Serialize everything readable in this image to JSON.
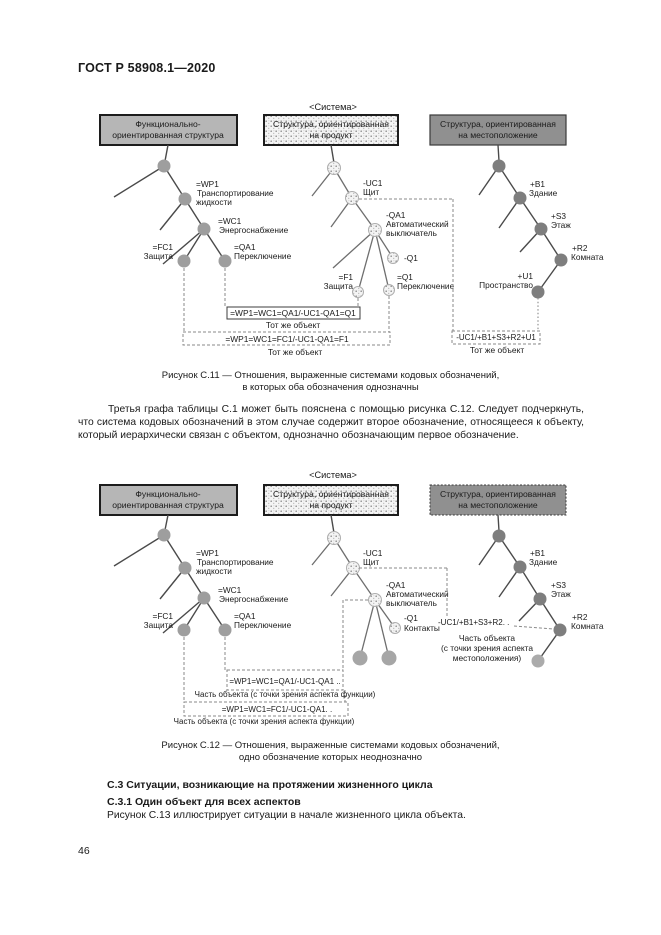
{
  "doc": {
    "header": "ГОСТ Р 58908.1—2020",
    "paragraph": "Третья графа таблицы С.1 может быть пояснена с помощью рисунка С.12. Следует подчеркнуть, что система кодовых обозначений в этом случае содержит второе обозначение, относящееся к объекту, который иерархически связан с объектом, однозначно обозначающим первое обозначение.",
    "heading_c3": "С.3 Ситуации, возникающие на протяжении жизненного цикла",
    "heading_c31": "С.3.1 Один объект для всех аспектов",
    "c31_text": "Рисунок С.13 иллюстрирует ситуации в начале жизненного цикла объекта.",
    "page_number": "46"
  },
  "fig11": {
    "system": "<Система>",
    "box_functional": [
      "Функционально-",
      "ориентированная структура"
    ],
    "box_product": [
      "Структура, ориентированная",
      "на продукт"
    ],
    "box_location": [
      "Структура, ориентированная",
      "на местоположение"
    ],
    "left": {
      "wp1": [
        "=WP1",
        "Транспортирование",
        "жидкости"
      ],
      "wc1": [
        "=WC1",
        "Энергоснабжение"
      ],
      "fc1": [
        "=FC1",
        "Защита"
      ],
      "qa1": [
        "=QA1",
        "Переключение"
      ]
    },
    "middle": {
      "uc1": [
        "-UC1",
        "Щит"
      ],
      "qa1": [
        "-QA1",
        "Автоматический",
        "выключатель"
      ],
      "q1_top": "-Q1",
      "f1": [
        "=F1",
        "Защита"
      ],
      "q1": [
        "=Q1",
        "Переключение"
      ]
    },
    "right": {
      "b1": [
        "+B1",
        "Здание"
      ],
      "s3": [
        "+S3",
        "Этаж"
      ],
      "r2": [
        "+R2",
        "Комната"
      ],
      "u1": [
        "+U1",
        "Пространство"
      ]
    },
    "rel_inner": "=WP1=WC1=QA1/-UC1-QA1=Q1",
    "rel_inner_note": "Тот же объект",
    "rel_outer": "=WP1=WC1=FC1/-UC1-QA1=F1",
    "rel_outer_note": "Тот же объект",
    "rel_loc": "-UC1/+B1+S3+R2+U1",
    "rel_loc_note": "Тот же объект",
    "caption": [
      "Рисунок С.11 — Отношения, выраженные системами кодовых обозначений,",
      "в которых оба обозначения однозначны"
    ]
  },
  "fig12": {
    "system": "<Система>",
    "box_functional": [
      "Функционально-",
      "ориентированная структура"
    ],
    "box_product": [
      "Структура, ориентированная",
      "на продукт"
    ],
    "box_location": [
      "Структура, ориентированная",
      "на местоположение"
    ],
    "left": {
      "wp1": [
        "=WP1",
        "Транспортирование",
        "жидкости"
      ],
      "wc1": [
        "=WC1",
        "Энергоснабжение"
      ],
      "fc1": [
        "=FC1",
        "Защита"
      ],
      "qa1": [
        "=QA1",
        "Переключение"
      ]
    },
    "middle": {
      "uc1": [
        "-UC1",
        "Щит"
      ],
      "qa1": [
        "-QA1",
        "Автоматический",
        "выключатель"
      ],
      "q1": [
        "-Q1",
        "Контакты"
      ]
    },
    "right": {
      "b1": [
        "+B1",
        "Здание"
      ],
      "s3": [
        "+S3",
        "Этаж"
      ],
      "r2": [
        "+R2",
        "Комната"
      ]
    },
    "rel_inner": "=WP1=WC1=QA1/-UC1-QA1 ..",
    "rel_inner_note": "Часть объекта (с точки зрения аспекта функции)",
    "rel_outer": "=WP1=WC1=FC1/-UC1-QA1. .",
    "rel_outer_note": "Часть объекта (с точки зрения аспекта функции)",
    "rel_loc": "-UC1/+B1+S3+R2. .",
    "rel_loc_note": [
      "Часть объекта",
      "(с точки зрения аспекта",
      "местоположения)"
    ],
    "caption": [
      "Рисунок С.12 — Отношения, выраженные системами кодовых обозначений,",
      "одно обозначение которых неоднозначно"
    ]
  }
}
